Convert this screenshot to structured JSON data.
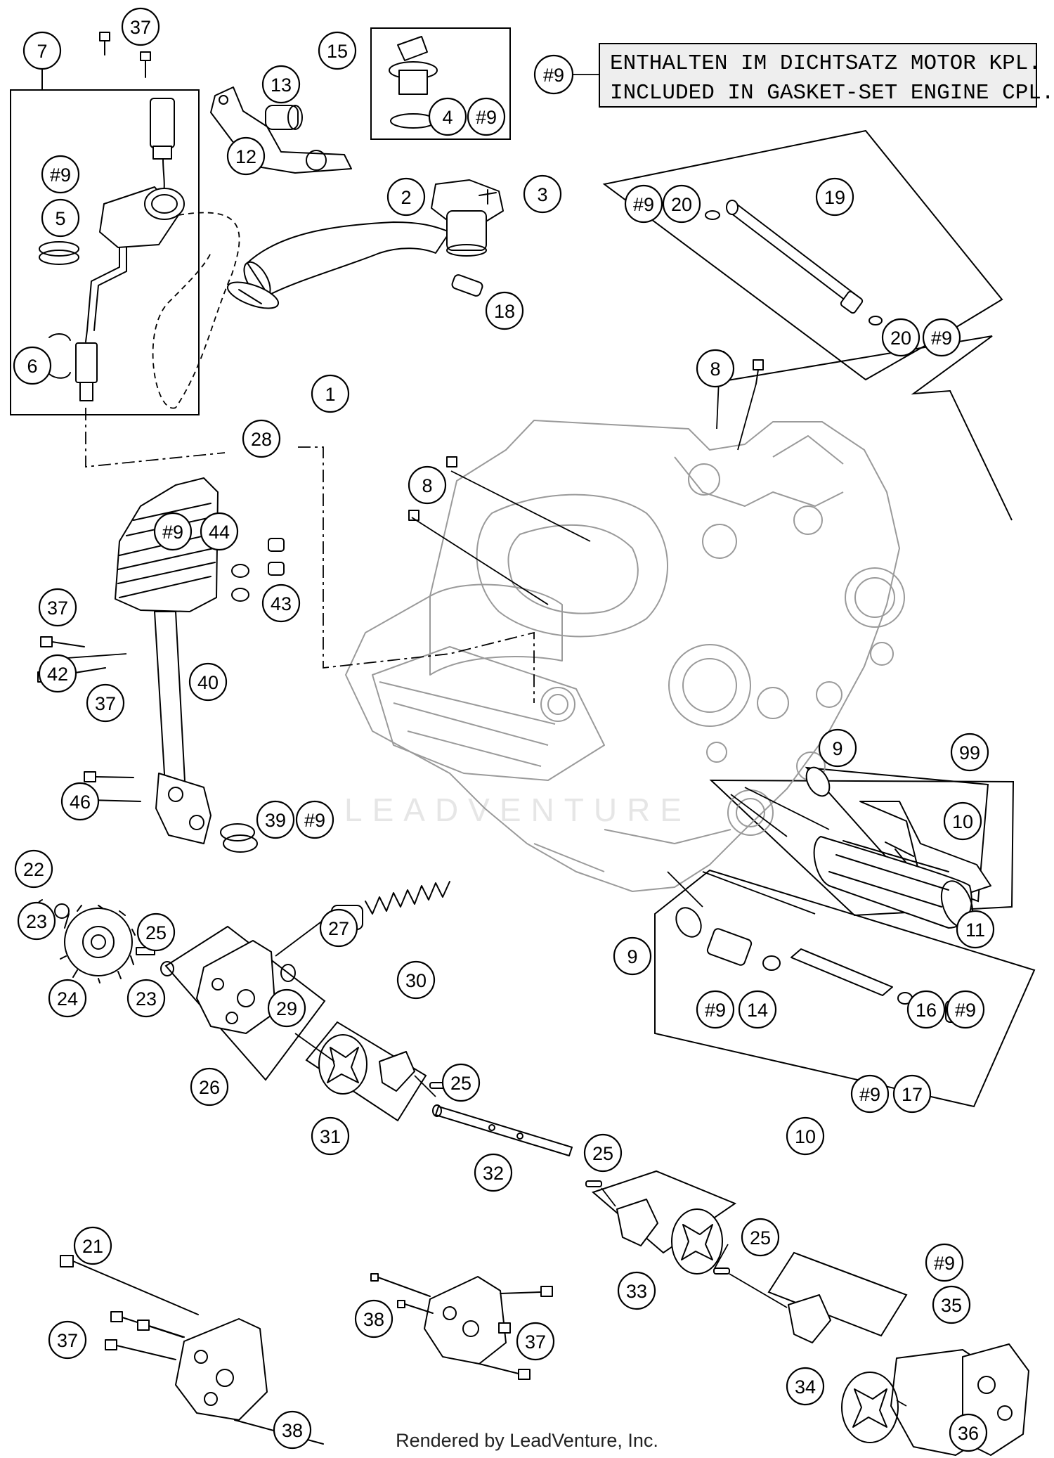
{
  "note": {
    "ref": "#9",
    "line1": "ENTHALTEN IM DICHTSATZ MOTOR KPL.",
    "line2": "INCLUDED IN GASKET-SET ENGINE CPL."
  },
  "watermark": "LEADVENTURE",
  "footer": "Rendered by LeadVenture, Inc.",
  "callouts": [
    {
      "id": "c37a",
      "label": "37"
    },
    {
      "id": "c7",
      "label": "7"
    },
    {
      "id": "c15",
      "label": "15"
    },
    {
      "id": "c13",
      "label": "13"
    },
    {
      "id": "c4",
      "label": "4"
    },
    {
      "id": "c9s1",
      "label": "#9"
    },
    {
      "id": "c12",
      "label": "12"
    },
    {
      "id": "c9s2",
      "label": "#9"
    },
    {
      "id": "c5",
      "label": "5"
    },
    {
      "id": "c3",
      "label": "3"
    },
    {
      "id": "c2",
      "label": "2"
    },
    {
      "id": "c19",
      "label": "19"
    },
    {
      "id": "c9s3",
      "label": "#9"
    },
    {
      "id": "c20a",
      "label": "20"
    },
    {
      "id": "c18",
      "label": "18"
    },
    {
      "id": "c6",
      "label": "6"
    },
    {
      "id": "c1",
      "label": "1"
    },
    {
      "id": "c20b",
      "label": "20"
    },
    {
      "id": "c9s4",
      "label": "#9"
    },
    {
      "id": "c8a",
      "label": "8"
    },
    {
      "id": "c28",
      "label": "28"
    },
    {
      "id": "c8b",
      "label": "8"
    },
    {
      "id": "c9s5",
      "label": "#9"
    },
    {
      "id": "c44",
      "label": "44"
    },
    {
      "id": "c43",
      "label": "43"
    },
    {
      "id": "c37b",
      "label": "37"
    },
    {
      "id": "c42",
      "label": "42"
    },
    {
      "id": "c40",
      "label": "40"
    },
    {
      "id": "c37c",
      "label": "37"
    },
    {
      "id": "c9a",
      "label": "9"
    },
    {
      "id": "c99",
      "label": "99"
    },
    {
      "id": "c46",
      "label": "46"
    },
    {
      "id": "c39",
      "label": "39"
    },
    {
      "id": "c9s6",
      "label": "#9"
    },
    {
      "id": "c10a",
      "label": "10"
    },
    {
      "id": "c22",
      "label": "22"
    },
    {
      "id": "c23a",
      "label": "23"
    },
    {
      "id": "c25a",
      "label": "25"
    },
    {
      "id": "c27",
      "label": "27"
    },
    {
      "id": "c11",
      "label": "11"
    },
    {
      "id": "c9b",
      "label": "9"
    },
    {
      "id": "c30",
      "label": "30"
    },
    {
      "id": "c24",
      "label": "24"
    },
    {
      "id": "c23b",
      "label": "23"
    },
    {
      "id": "c29",
      "label": "29"
    },
    {
      "id": "c9s7",
      "label": "#9"
    },
    {
      "id": "c14",
      "label": "14"
    },
    {
      "id": "c16",
      "label": "16"
    },
    {
      "id": "c9s8",
      "label": "#9"
    },
    {
      "id": "c26",
      "label": "26"
    },
    {
      "id": "c25b",
      "label": "25"
    },
    {
      "id": "c9s9",
      "label": "#9"
    },
    {
      "id": "c17",
      "label": "17"
    },
    {
      "id": "c31",
      "label": "31"
    },
    {
      "id": "c10b",
      "label": "10"
    },
    {
      "id": "c32",
      "label": "32"
    },
    {
      "id": "c25c",
      "label": "25"
    },
    {
      "id": "c21",
      "label": "21"
    },
    {
      "id": "c25d",
      "label": "25"
    },
    {
      "id": "c9s10",
      "label": "#9"
    },
    {
      "id": "c33",
      "label": "33"
    },
    {
      "id": "c35",
      "label": "35"
    },
    {
      "id": "c38a",
      "label": "38"
    },
    {
      "id": "c37d",
      "label": "37"
    },
    {
      "id": "c37e",
      "label": "37"
    },
    {
      "id": "c34",
      "label": "34"
    },
    {
      "id": "c38b",
      "label": "38"
    },
    {
      "id": "c36",
      "label": "36"
    }
  ]
}
